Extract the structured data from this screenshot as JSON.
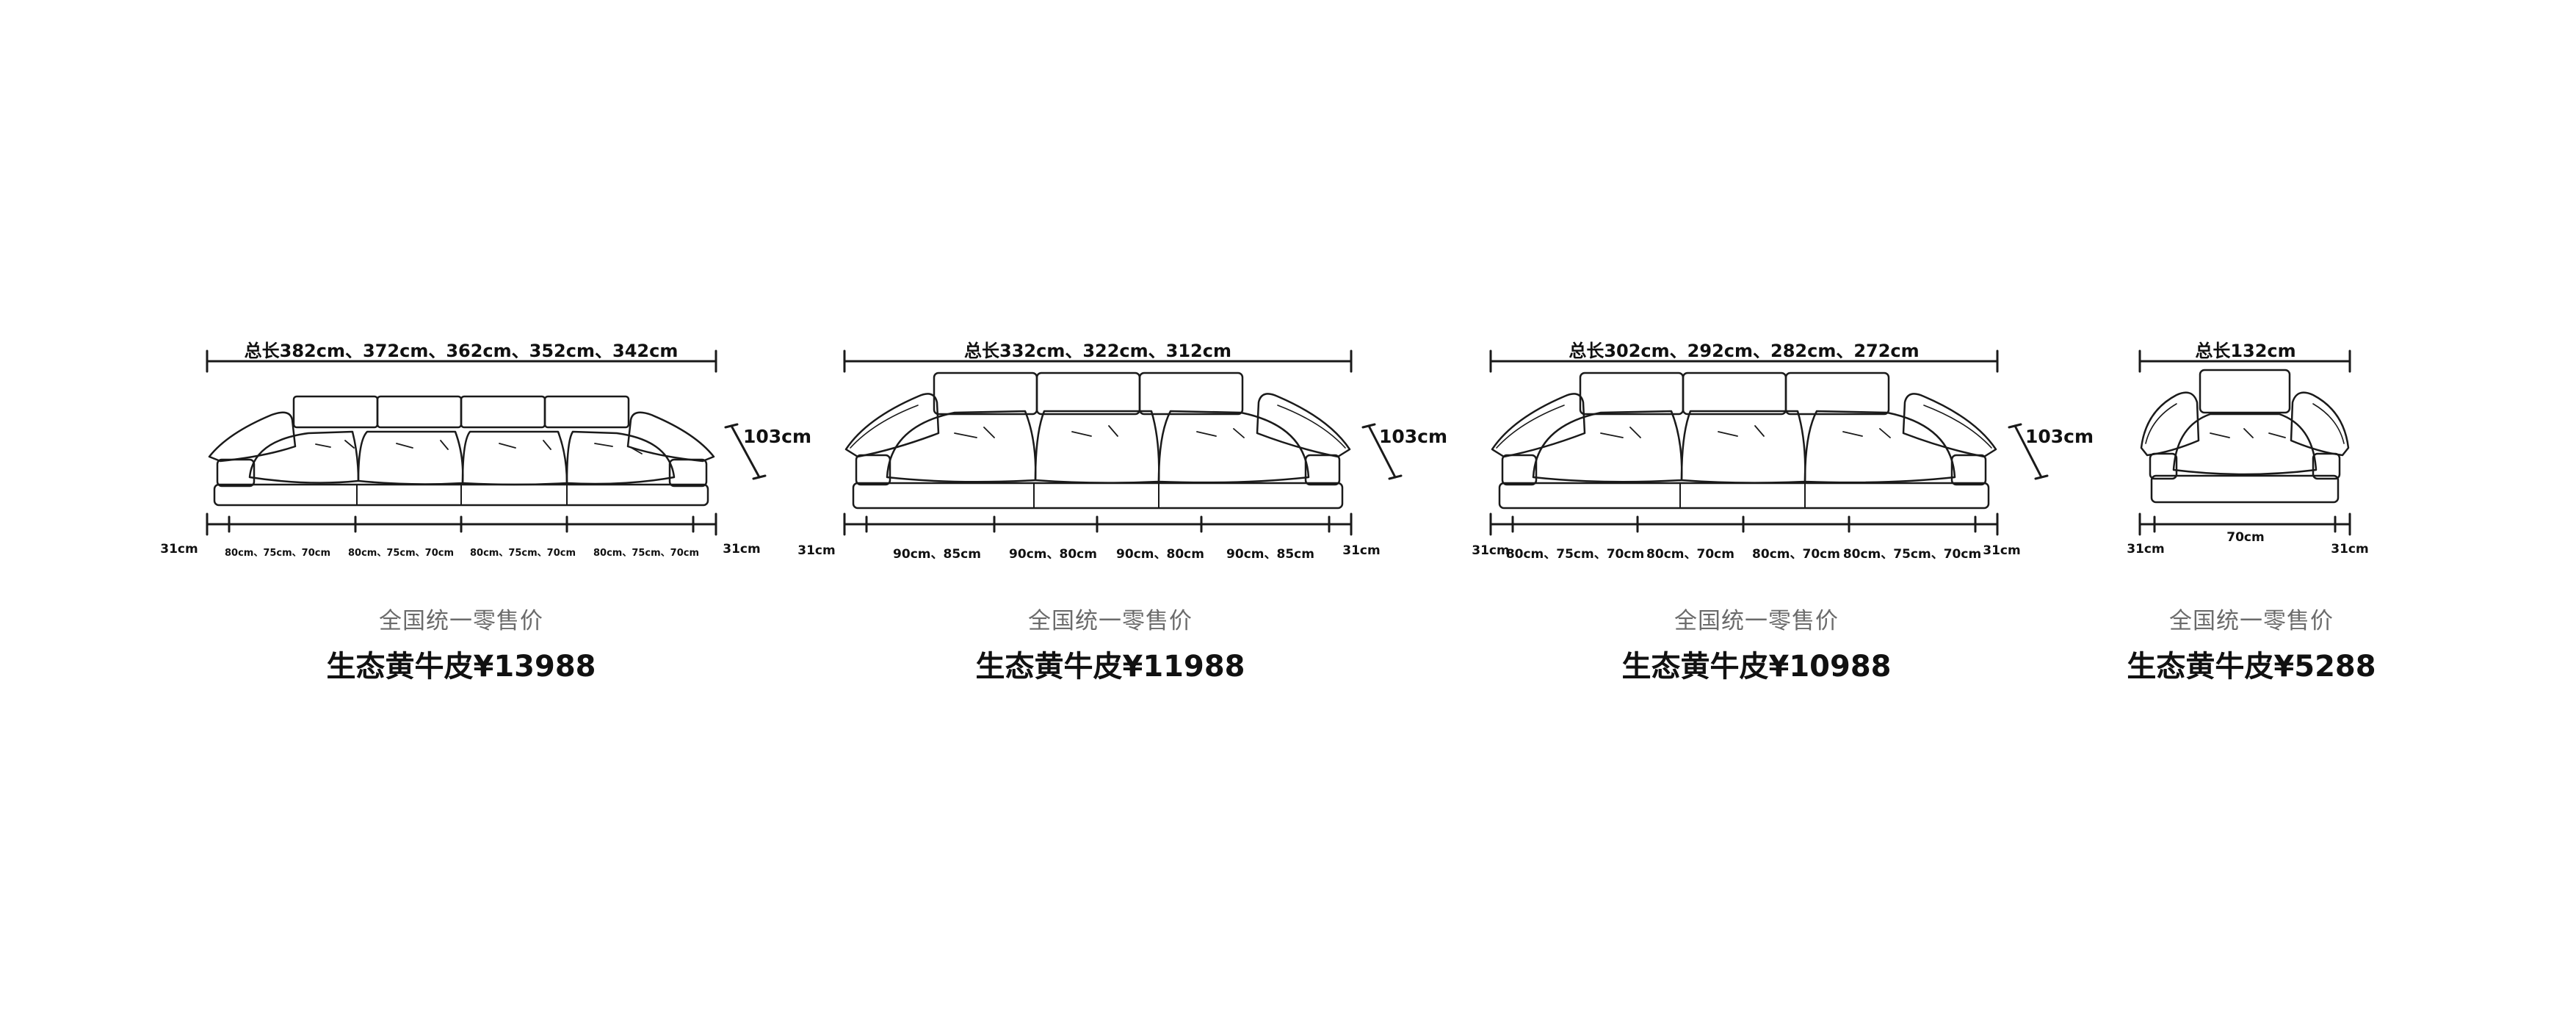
{
  "sofas": [
    {
      "id": "four-seat",
      "total_length": "总长382cm、372cm、362cm、352cm、342cm",
      "height": "103cm",
      "arm_left": "31cm",
      "arm_right": "31cm",
      "segments": [
        "80cm、75cm、70cm",
        "80cm、75cm、70cm",
        "80cm、75cm、70cm",
        "80cm、75cm、70cm"
      ],
      "retail_label": "全国统一零售价",
      "price": "生态黄牛皮¥13988"
    },
    {
      "id": "three-seat-a",
      "total_length": "总长332cm、322cm、312cm",
      "height": "103cm",
      "arm_left": "31cm",
      "arm_right": "31cm",
      "segments": [
        "90cm、85cm",
        "90cm、80cm",
        "90cm、80cm",
        "90cm、85cm"
      ],
      "retail_label": "全国统一零售价",
      "price": "生态黄牛皮¥11988"
    },
    {
      "id": "three-seat-b",
      "total_length": "总长302cm、292cm、282cm、272cm",
      "height": "103cm",
      "arm_left": "31cm",
      "arm_right": "31cm",
      "segments": [
        "80cm、75cm、70cm",
        "80cm、70cm",
        "80cm、70cm",
        "80cm、75cm、70cm"
      ],
      "retail_label": "全国统一零售价",
      "price": "生态黄牛皮¥10988"
    },
    {
      "id": "single-seat",
      "total_length": "总长132cm",
      "height": "",
      "arm_left": "31cm",
      "arm_right": "31cm",
      "segments": [
        "70cm"
      ],
      "retail_label": "全国统一零售价",
      "price": "生态黄牛皮¥5288"
    }
  ]
}
